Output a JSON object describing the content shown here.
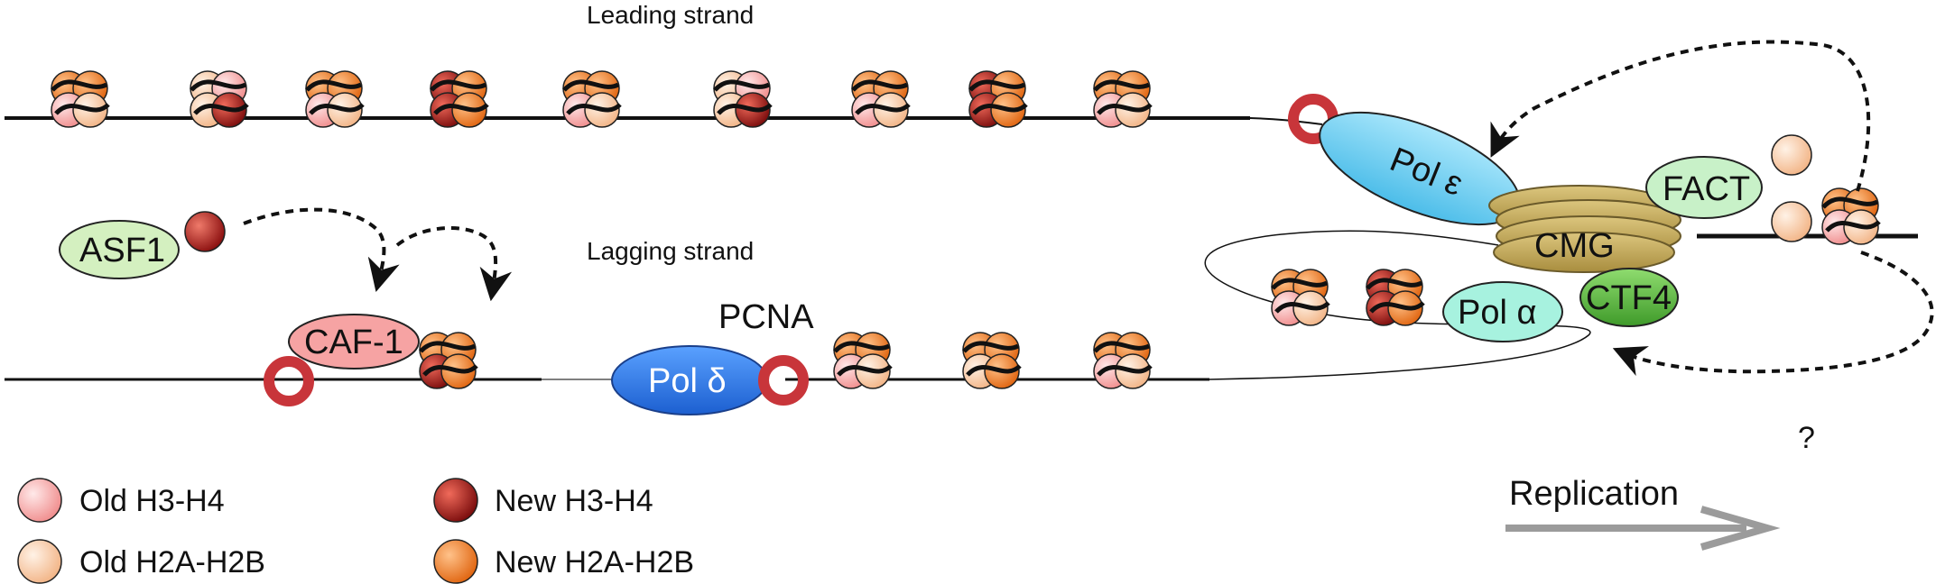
{
  "strands": {
    "leading_label": "Leading strand",
    "lagging_label": "Lagging strand"
  },
  "proteins": {
    "asf1": "ASF1",
    "caf1": "CAF-1",
    "pol_delta": "Pol δ",
    "pcna": "PCNA",
    "pol_epsilon": "Pol ε",
    "cmg": "CMG",
    "fact": "FACT",
    "pol_alpha": "Pol α",
    "ctf4": "CTF4"
  },
  "annotations": {
    "question": "?",
    "replication": "Replication"
  },
  "legend": {
    "old_h3h4": "Old H3-H4",
    "new_h3h4": "New H3-H4",
    "old_h2ah2b": "Old H2A-H2B",
    "new_h2ah2b": "New H2A-H2B"
  },
  "colors": {
    "old_h3h4": "#f4a6a6",
    "new_h3h4": "#b01d1d",
    "old_h2ah2b": "#f7c9a3",
    "new_h2ah2b": "#f07f1e",
    "pcna_ring": "#c8353a",
    "pol_delta": "#2f7fe6",
    "pol_epsilon": "#6fd0f2",
    "cmg": "#c4aa5a",
    "ctf4": "#5fb942",
    "pol_alpha": "#9ff0dd",
    "fact": "#c8f1c8",
    "asf1": "#d4f0c0",
    "caf1": "#f6a3a3",
    "arrow_gray": "#9b9b9b"
  }
}
